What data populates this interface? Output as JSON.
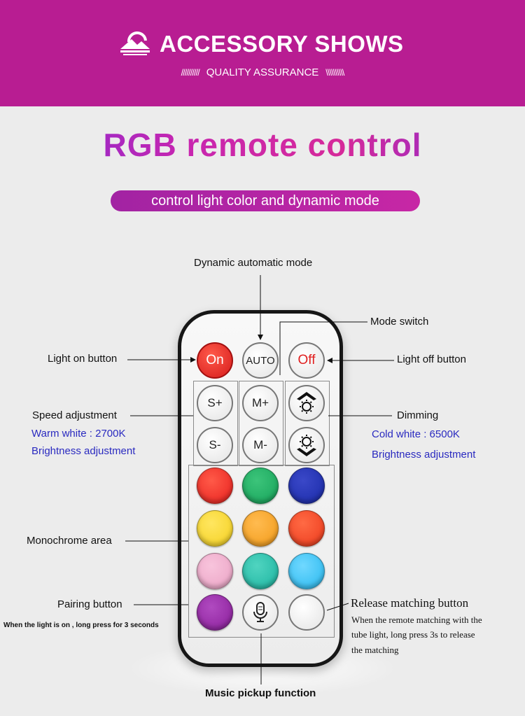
{
  "header": {
    "title": "ACCESSORY SHOWS",
    "subtitle": "QUALITY ASSURANCE",
    "slash_left": "//////////",
    "slash_right": "\\\\\\\\\\\\\\\\\\\\",
    "logo_icon": "mountain-sun-icon"
  },
  "main_title": "RGB remote control",
  "tagline": "control light color and dynamic mode",
  "remote": {
    "buttons": {
      "on": "On",
      "auto": "AUTO",
      "off": "Off",
      "speed_up": "S+",
      "speed_down": "S-",
      "mode_up": "M+",
      "mode_down": "M-",
      "warm_white_icon": "sun-up-icon",
      "cold_white_icon": "sun-down-icon",
      "music_icon": "microphone-icon"
    },
    "colors": {
      "red": "#e8201e",
      "green": "#16a35a",
      "blue": "#1a2aa8",
      "yellow": "#f4d020",
      "orange": "#f29a18",
      "orange_red": "#ec3a1c",
      "pink": "#eaa2c4",
      "teal": "#1cb4a0",
      "sky": "#28b8ee",
      "purple": "#8a1e9a",
      "white": "#f2f2f2"
    }
  },
  "annotations": {
    "dynamic_mode": "Dynamic automatic mode",
    "mode_switch": "Mode switch",
    "light_on": "Light on button",
    "light_off": "Light off button",
    "speed": "Speed adjustment",
    "warm_white": "Warm white : 2700K",
    "brightness_left": "Brightness adjustment",
    "dimming": "Dimming",
    "cold_white": "Cold white : 6500K",
    "brightness_right": "Brightness adjustment",
    "monochrome": "Monochrome area",
    "pairing": "Pairing button",
    "pairing_note": "When the light is on , long press for 3 seconds",
    "release": "Release matching button",
    "release_note_1": "When the remote matching with the",
    "release_note_2": "tube light, long press 3s to release",
    "release_note_3": "the matching",
    "music": "Music pickup function"
  }
}
